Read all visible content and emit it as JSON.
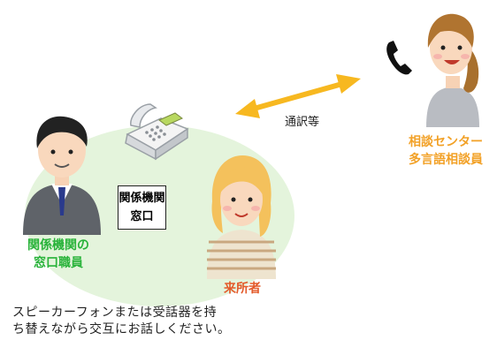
{
  "arrow_label": "通訳等",
  "center_label": [
    "相談センター",
    "多言語相談員"
  ],
  "office_box": [
    "関係機関",
    "窓口"
  ],
  "staff_label": [
    "関係機関の",
    "窓口職員"
  ],
  "visitor_label": "来所者",
  "caption": [
    "スピーカーフォンまたは受話器を持",
    "ち替えながら交互にお話しください。"
  ],
  "colors": {
    "green": "#29b33a",
    "orange": "#f2a127",
    "red": "#e35a2a",
    "blob": "#e4f4dc"
  },
  "icons": [
    "phone-handset-icon",
    "desk-phone-icon",
    "double-arrow-icon"
  ]
}
